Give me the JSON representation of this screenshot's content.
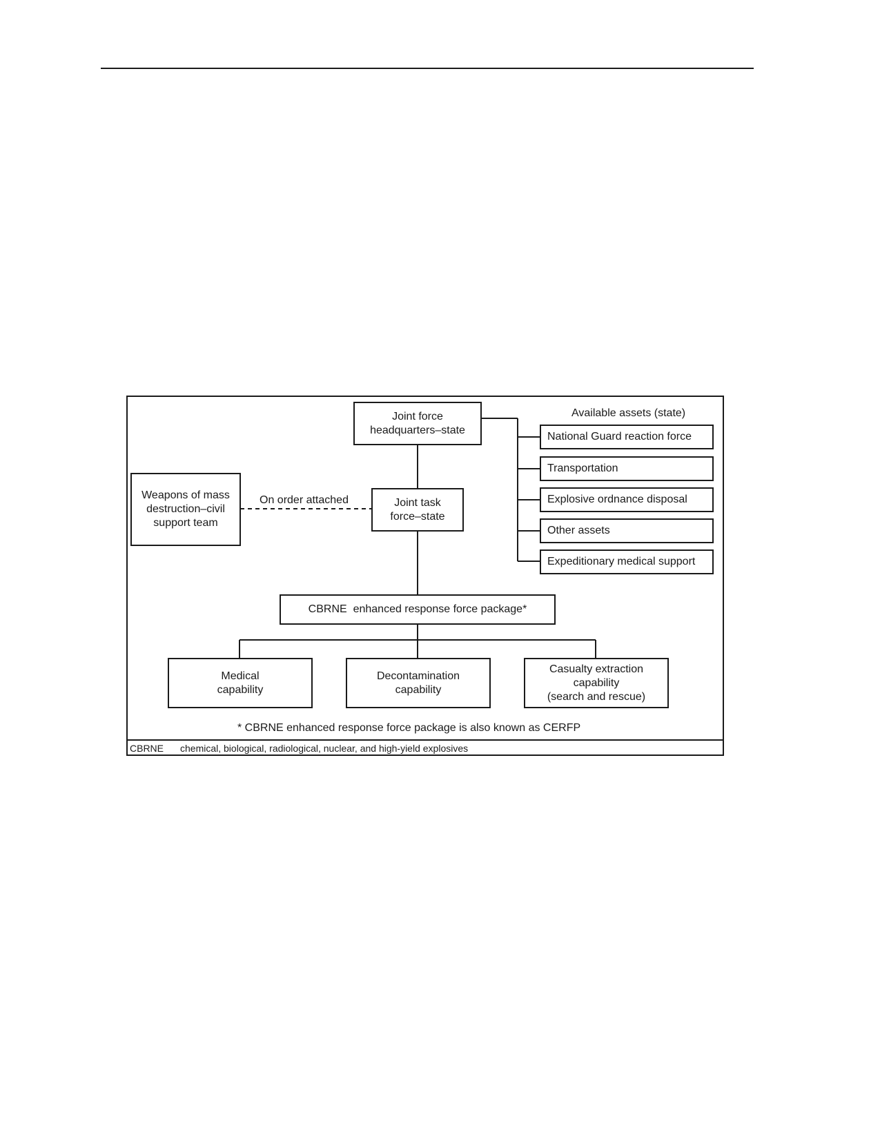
{
  "diagram": {
    "hq_box": "Joint force\nheadquarters–state",
    "available_assets_heading": "Available assets (state)",
    "assets": [
      "National Guard reaction force",
      "Transportation",
      "Explosive ordnance disposal",
      "Other assets",
      "Expeditionary medical support"
    ],
    "wmd_box": "Weapons of mass\ndestruction–civil\nsupport team",
    "on_order_label": "On order attached",
    "jtf_box": "Joint task\nforce–state",
    "cerfp_box": "CBRNE  enhanced response force package*",
    "capabilities": [
      "Medical\ncapability",
      "Decontamination\ncapability",
      "Casualty extraction\ncapability\n(search and rescue)"
    ],
    "footnote": "* CBRNE enhanced response force package is also known as CERFP"
  },
  "legend": {
    "term": "CBRNE",
    "definition": "chemical, biological, radiological, nuclear, and high-yield explosives"
  }
}
